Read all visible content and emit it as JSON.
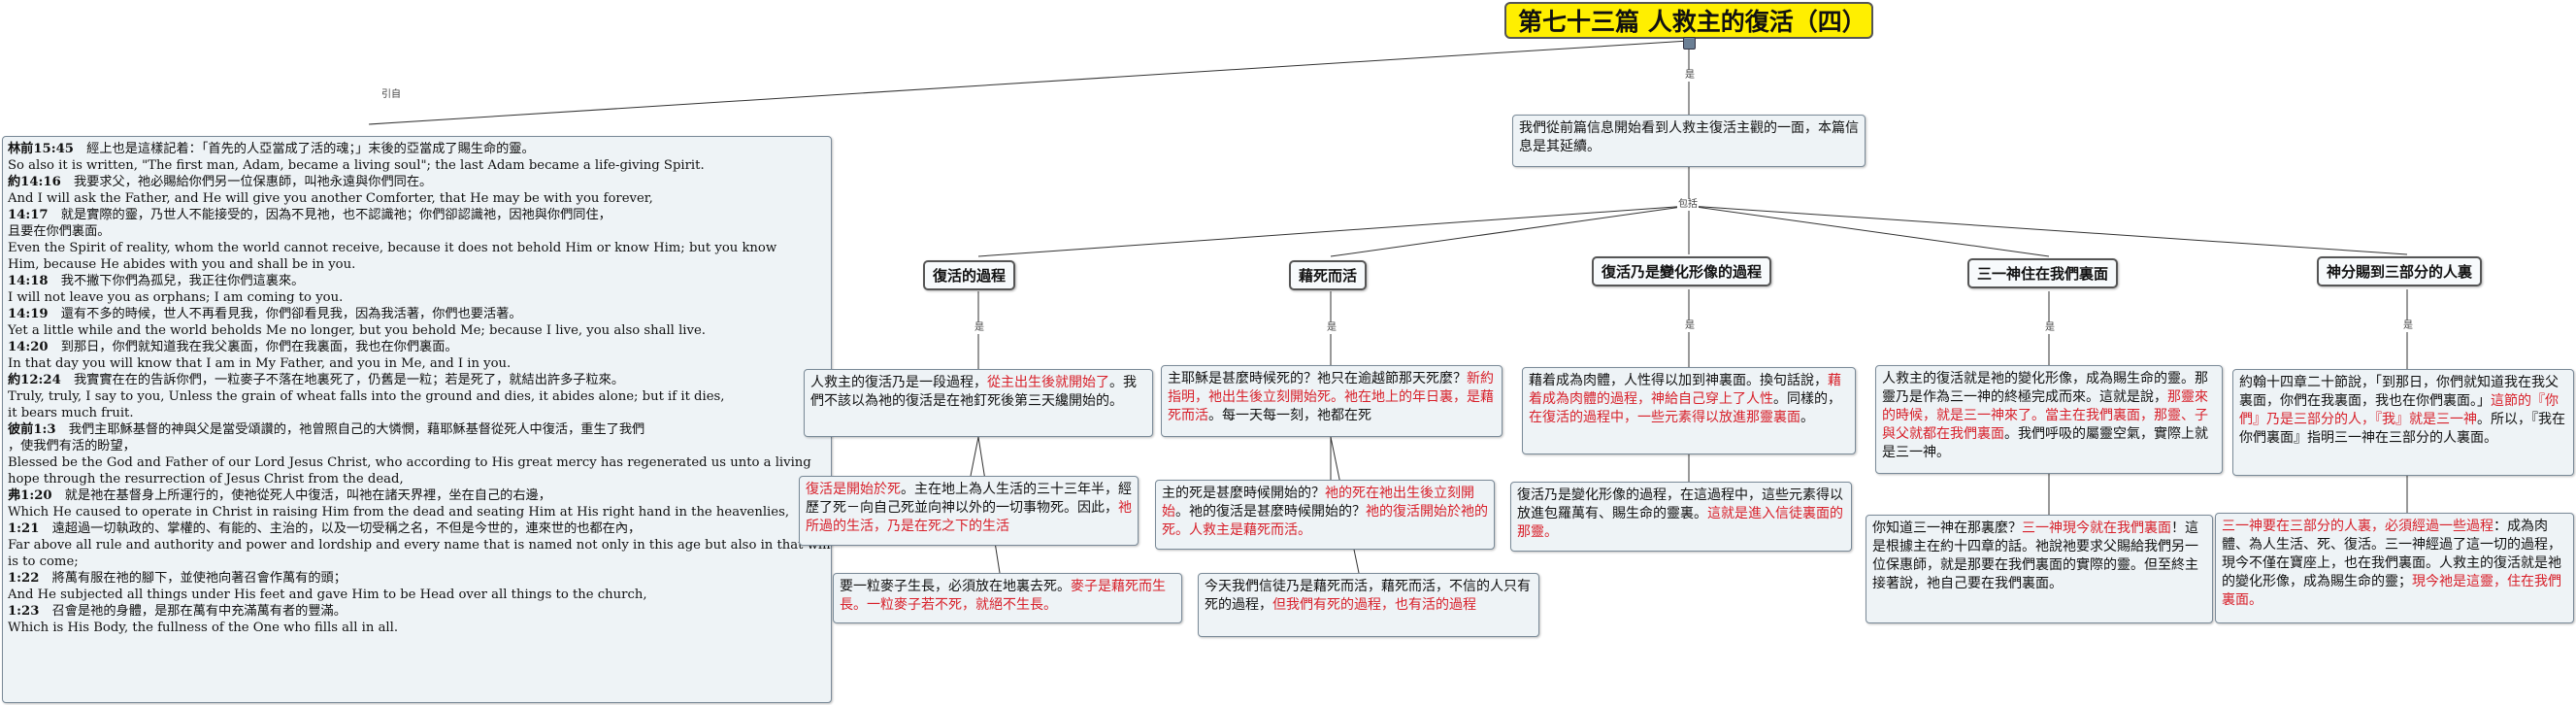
{
  "central_topic": "第七十三篇 人救主的復活（四）",
  "edge_labels": {
    "cite": "引自",
    "is": "是",
    "include": "包括",
    "is2": "是",
    "is3": "是",
    "is4": "是",
    "is5": "是",
    "is6": "是"
  },
  "intro": "我們從前篇信息開始看到人救主復活主觀的一面，本篇信息是其延續。",
  "scripture": [
    {
      "ref": "林前15:45",
      "zh": "　經上也是這樣記着：「首先的人亞當成了活的魂；」末後的亞當成了賜生命的靈。",
      "en": "So also it is written, \"The first man, Adam, became a living soul\"; the last Adam became a life-giving Spirit."
    },
    {
      "ref": "約14:16",
      "zh": "　我要求父，祂必賜給你們另一位保惠師，叫祂永遠與你們同在。",
      "en": "And I will ask the Father, and He will give you another Comforter, that He may be with you forever,"
    },
    {
      "ref": "14:17",
      "zh": "　就是實際的靈，乃世人不能接受的，因為不見祂，也不認識祂；你們卻認識祂，因祂與你們同住，",
      "zh2": "且要在你們裏面。",
      "en": "Even the Spirit of reality, whom the world cannot receive, because it does not behold Him or know Him; but you know",
      "en2": "Him, because He abides with you and shall be in you."
    },
    {
      "ref": "14:18",
      "zh": "　我不撇下你們為孤兒，我正往你們這裏來。",
      "en": "I will not leave you as orphans; I am coming to you."
    },
    {
      "ref": "14:19",
      "zh": "　還有不多的時候，世人不再看見我，你們卻看見我，因為我活著，你們也要活著。",
      "en": "Yet a little while and the world beholds Me no longer, but you behold Me; because I live, you also shall live."
    },
    {
      "ref": "14:20",
      "zh": "　到那日，你們就知道我在我父裏面，你們在我裏面，我也在你們裏面。",
      "en": "In that day you will know that I am in My Father, and you in Me, and I in you."
    },
    {
      "ref": "約12:24",
      "zh": "　我實實在在的告訴你們，一粒麥子不落在地裏死了，仍舊是一粒；若是死了，就結出許多子粒來。",
      "en": "Truly, truly, I say to you, Unless the grain of wheat falls into the ground and dies, it abides alone; but if it dies,",
      "en2": "it bears much fruit."
    },
    {
      "ref": "彼前1:3",
      "zh": "　我們主耶穌基督的神與父是當受頌讚的，祂曾照自己的大憐憫，藉耶穌基督從死人中復活，重生了我們",
      "zh2": "，使我們有活的盼望，",
      "en": "Blessed be the God and Father of our Lord Jesus Christ, who according to His great mercy has regenerated us unto a living",
      "en2": "hope through the resurrection of Jesus Christ from the dead,"
    },
    {
      "ref": "弗1:20",
      "zh": "　就是祂在基督身上所運行的，使祂從死人中復活，叫祂在諸天界裡，坐在自己的右邊，",
      "en": "Which He caused to operate in Christ in raising Him from the dead and seating Him at His right hand in the heavenlies,"
    },
    {
      "ref": "1:21",
      "zh": "　遠超過一切執政的、掌權的、有能的、主治的，以及一切受稱之名，不但是今世的，連來世的也都在內，",
      "en": "Far above all rule and authority and power and lordship and every name that is named not only in this age but also in that which",
      "en2": "is to come;"
    },
    {
      "ref": "1:22",
      "zh": "　將萬有服在祂的腳下，並使祂向著召會作萬有的頭；",
      "en": "And He subjected all things under His feet and gave Him to be Head over all things to the church,"
    },
    {
      "ref": "1:23",
      "zh": "　召會是祂的身體，是那在萬有中充滿萬有者的豐滿。",
      "en": "Which is His Body, the fullness of the One who fills all in all."
    }
  ],
  "branches": [
    {
      "title": "復活的過程",
      "n1": {
        "a": "人救主的復活乃是一段過程，",
        "r": "從主出生後就開始了",
        "b": "。我們不該以為祂的復活是在祂釘死後第三天纔開始的。"
      },
      "n2": {
        "r": "復活是開始於死",
        "a": "。主在地上為人生活的三十三年半，經歷了死－向自己死並向神以外的一切事物死。因此，",
        "r2": "祂所過的生活，乃是在死之下的生活"
      },
      "n3": {
        "a": "要一粒麥子生長，必須放在地裏去死。",
        "r": "麥子是藉死而生長。一粒麥子若不死，就絕不生長。"
      }
    },
    {
      "title": "藉死而活",
      "n1": {
        "a": "主耶穌是甚麼時候死的？祂只在逾越節那天死麼？",
        "r": "新約指明，祂出生後立刻開始死。祂在地上的年日裏，是藉死而活",
        "b": "。每一天每一刻，祂都在死"
      },
      "n2": {
        "a": "主的死是甚麼時候開始的？",
        "r": "祂的死在祂出生後立刻開始",
        "b": "。祂的復活是甚麼時候開始的？",
        "r2": "祂的復活開始於祂的死。人救主是藉死而活。"
      },
      "n3": {
        "a": "今天我們信徒乃是藉死而活，藉死而活，不信的人只有死的過程，",
        "r": "但我們有死的過程，也有活的過程"
      }
    },
    {
      "title": "復活乃是變化形像的過程",
      "n1": {
        "a": "藉着成為肉體，人性得以加到神裏面。換句話說，",
        "r": "藉着成為肉體的過程，神給自己穿上了人性",
        "b": "。同樣的，",
        "r2": "在復活的過程中，一些元素得以放進那靈裏面",
        "c": "。"
      },
      "n2": {
        "a": "復活乃是變化形像的過程，在這過程中，這些元素得以放進包羅萬有、賜生命的靈裏。",
        "r": "這就是進入信徒裏面的那靈。"
      }
    },
    {
      "title": "三一神住在我們裏面",
      "n1": {
        "a": "人救主的復活就是祂的變化形像，成為賜生命的靈。那靈乃是作為三一神的終極完成而來。這就是說，",
        "r": "那靈來的時候，就是三一神來了。當主在我們裏面，那靈、子與父就都在我們裏面",
        "b": "。我們呼吸的屬靈空氣，實際上就是三一神。"
      },
      "n2": {
        "a": "你知道三一神在那裏麼？",
        "r": "三一神現今就在我們裏面",
        "b": "！這是根據主在約十四章的話。祂說祂要求父賜給我們另一位保惠師，就是那要在我們裏面的實際的靈。但至終主接著說，祂自己要在我們裏面。"
      }
    },
    {
      "title": "神分賜到三部分的人裏",
      "n1": {
        "a": "約翰十四章二十節說，「到那日，你們就知道我在我父裏面，你們在我裏面，我也在你們裏面。」",
        "r": "這節的『你們』乃是三部分的人，『我』就是三一神",
        "b": "。所以，『我在你們裏面』指明三一神在三部分的人裏面。"
      },
      "n2": {
        "r": "三一神要在三部分的人裏，必須經過一些過程",
        "a": "：成為肉體、為人生活、死、復活。三一神經過了這一切的過程，現今不僅在寶座上，也在我們裏面。人救主的復活就是祂的變化形像，成為賜生命的靈；",
        "r2": "現今祂是這靈，住在我們裏面。"
      }
    }
  ]
}
